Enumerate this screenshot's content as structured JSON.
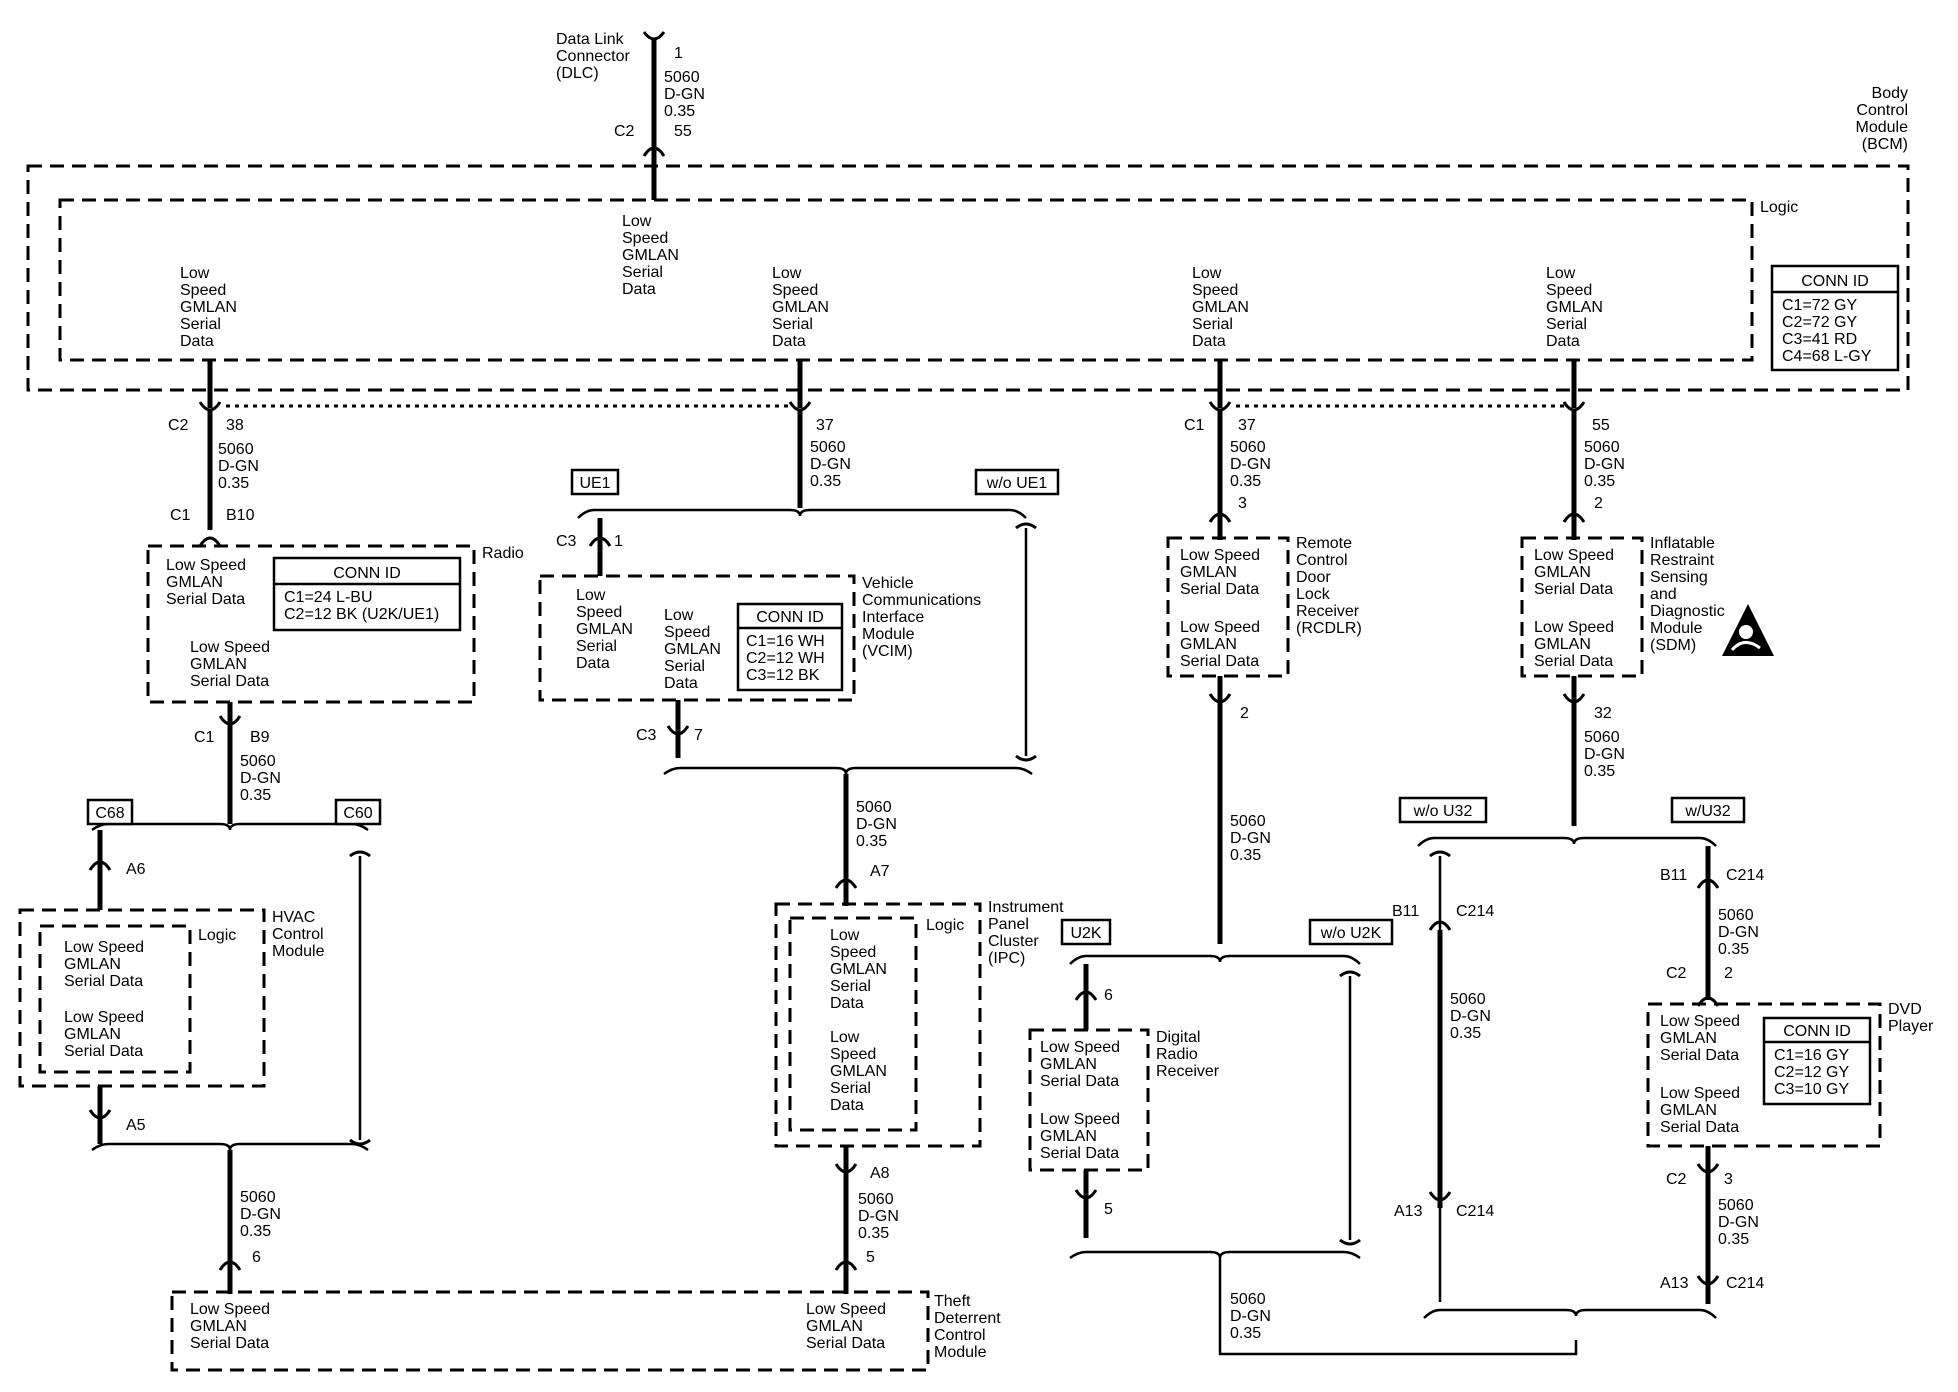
{
  "wire": {
    "circuit": "5060",
    "color": "D-GN",
    "size": "0.35"
  },
  "signal": {
    "one_line": "Low Speed GMLAN Serial Data",
    "l1": "Low Speed",
    "l2": "GMLAN",
    "l3": "Serial Data",
    "w1": "Low",
    "w2": "Speed",
    "w3": "GMLAN",
    "w4": "Serial",
    "w5": "Data"
  },
  "dlc": {
    "name_l1": "Data Link",
    "name_l2": "Connector",
    "name_l3": "(DLC)",
    "pin": "1"
  },
  "bcm": {
    "name_l1": "Body",
    "name_l2": "Control",
    "name_l3": "Module",
    "name_l4": "(BCM)",
    "logic": "Logic",
    "conn_title": "CONN ID",
    "conn": [
      "C1=72 GY",
      "C2=72 GY",
      "C3=41 RD",
      "C4=68 L-GY"
    ],
    "c2": "C2",
    "c1": "C1",
    "pin_dlc": "55",
    "pin_radio": "38",
    "pin_vcim": "37",
    "pin_rcdlr": "37",
    "pin_sdm": "55"
  },
  "radio": {
    "name": "Radio",
    "conn_title": "CONN ID",
    "conn": [
      "C1=24 L-BU",
      "C2=12 BK (U2K/UE1)"
    ],
    "c1": "C1",
    "pin_in": "B10",
    "pin_out": "B9"
  },
  "vcim": {
    "name_l1": "Vehicle",
    "name_l2": "Communications",
    "name_l3": "Interface",
    "name_l4": "Module",
    "name_l5": "(VCIM)",
    "conn_title": "CONN ID",
    "conn": [
      "C1=16 WH",
      "C2=12 WH",
      "C3=12 BK"
    ],
    "c3": "C3",
    "pin_in": "1",
    "pin_out": "7"
  },
  "rcdlr": {
    "name_l1": "Remote",
    "name_l2": "Control",
    "name_l3": "Door",
    "name_l4": "Lock",
    "name_l5": "Receiver",
    "name_l6": "(RCDLR)",
    "pin_in": "3",
    "pin_out": "2"
  },
  "sdm": {
    "name_l1": "Inflatable",
    "name_l2": "Restraint",
    "name_l3": "Sensing",
    "name_l4": "and",
    "name_l5": "Diagnostic",
    "name_l6": "Module",
    "name_l7": "(SDM)",
    "pin_in": "2",
    "pin_out": "32"
  },
  "hvac": {
    "name_l1": "HVAC",
    "name_l2": "Control",
    "name_l3": "Module",
    "logic": "Logic",
    "pin_in": "A6",
    "pin_out": "A5"
  },
  "ipc": {
    "name_l1": "Instrument",
    "name_l2": "Panel",
    "name_l3": "Cluster",
    "name_l4": "(IPC)",
    "logic": "Logic",
    "pin_in": "A7",
    "pin_out": "A8"
  },
  "drr": {
    "name_l1": "Digital",
    "name_l2": "Radio",
    "name_l3": "Receiver",
    "pin_in": "6",
    "pin_out": "5"
  },
  "dvd": {
    "name_l1": "DVD",
    "name_l2": "Player",
    "conn_title": "CONN ID",
    "conn": [
      "C1=16 GY",
      "C2=12 GY",
      "C3=10 GY"
    ],
    "c2": "C2",
    "pin_in": "2",
    "pin_out": "3"
  },
  "tdcm": {
    "name_l1": "Theft",
    "name_l2": "Deterrent",
    "name_l3": "Control",
    "name_l4": "Module",
    "pin_a": "6",
    "pin_b": "5"
  },
  "inline": {
    "c214": "C214",
    "b11": "B11",
    "a13": "A13"
  },
  "options": {
    "ue1": "UE1",
    "wo_ue1": "w/o UE1",
    "c68": "C68",
    "c60": "C60",
    "u2k": "U2K",
    "wo_u2k": "w/o U2K",
    "wo_u32": "w/o U32",
    "w_u32": "w/U32"
  }
}
